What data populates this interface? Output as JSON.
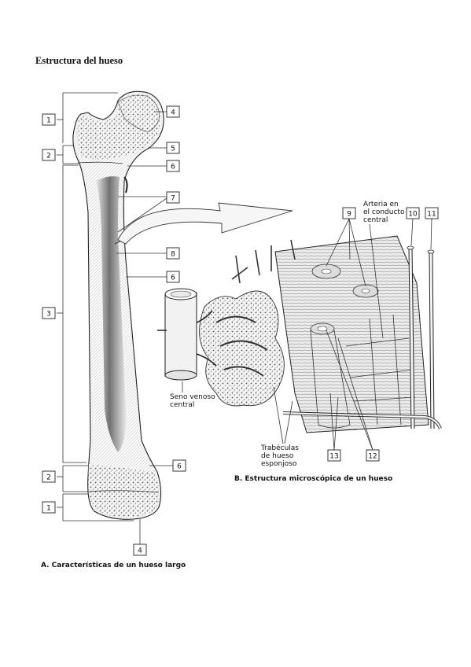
{
  "title": "Estructura del hueso",
  "figureA": {
    "caption": "A. Características de un hueso largo",
    "labels": [
      "1",
      "2",
      "3",
      "2",
      "1",
      "4",
      "5",
      "6",
      "7",
      "8",
      "6",
      "6",
      "4"
    ]
  },
  "figureB": {
    "caption": "B. Estructura microscópica de un hueso",
    "labels": [
      "9",
      "10",
      "11",
      "12",
      "13"
    ],
    "text": {
      "arteria_l1": "Arteria en",
      "arteria_l2": "el conducto",
      "arteria_l3": "central",
      "seno_l1": "Seno venoso",
      "seno_l2": "central",
      "trab_l1": "Trabéculas",
      "trab_l2": "de hueso",
      "trab_l3": "esponjoso"
    }
  }
}
